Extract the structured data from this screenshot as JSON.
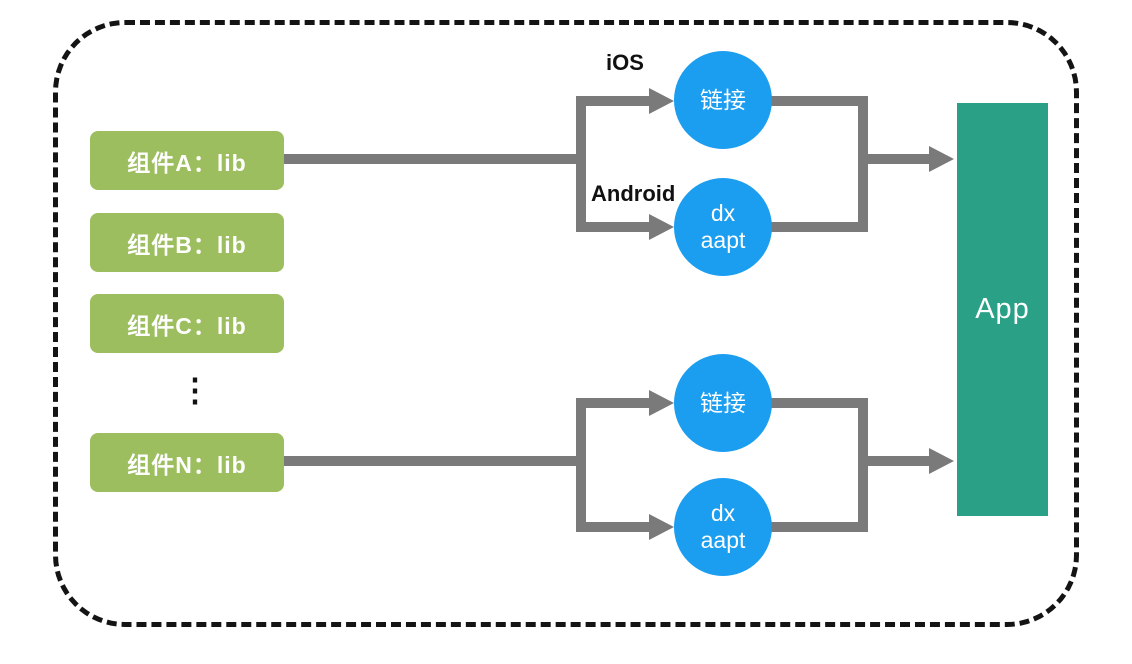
{
  "diagram": {
    "components": [
      {
        "label": "组件A：lib"
      },
      {
        "label": "组件B：lib"
      },
      {
        "label": "组件C：lib"
      },
      {
        "label": "组件N：lib"
      }
    ],
    "ellipsis": "⋮",
    "platform_labels": {
      "ios": "iOS",
      "android": "Android"
    },
    "top_group": {
      "link": "链接",
      "dx_line1": "dx",
      "dx_line2": "aapt"
    },
    "bottom_group": {
      "link": "链接",
      "dx_line1": "dx",
      "dx_line2": "aapt"
    },
    "app": "App",
    "colors": {
      "component_green": "#9cbe5e",
      "process_blue": "#1b9df0",
      "app_teal": "#2aa186",
      "connector_gray": "#7a7a7a",
      "border_ink": "#141414"
    }
  }
}
